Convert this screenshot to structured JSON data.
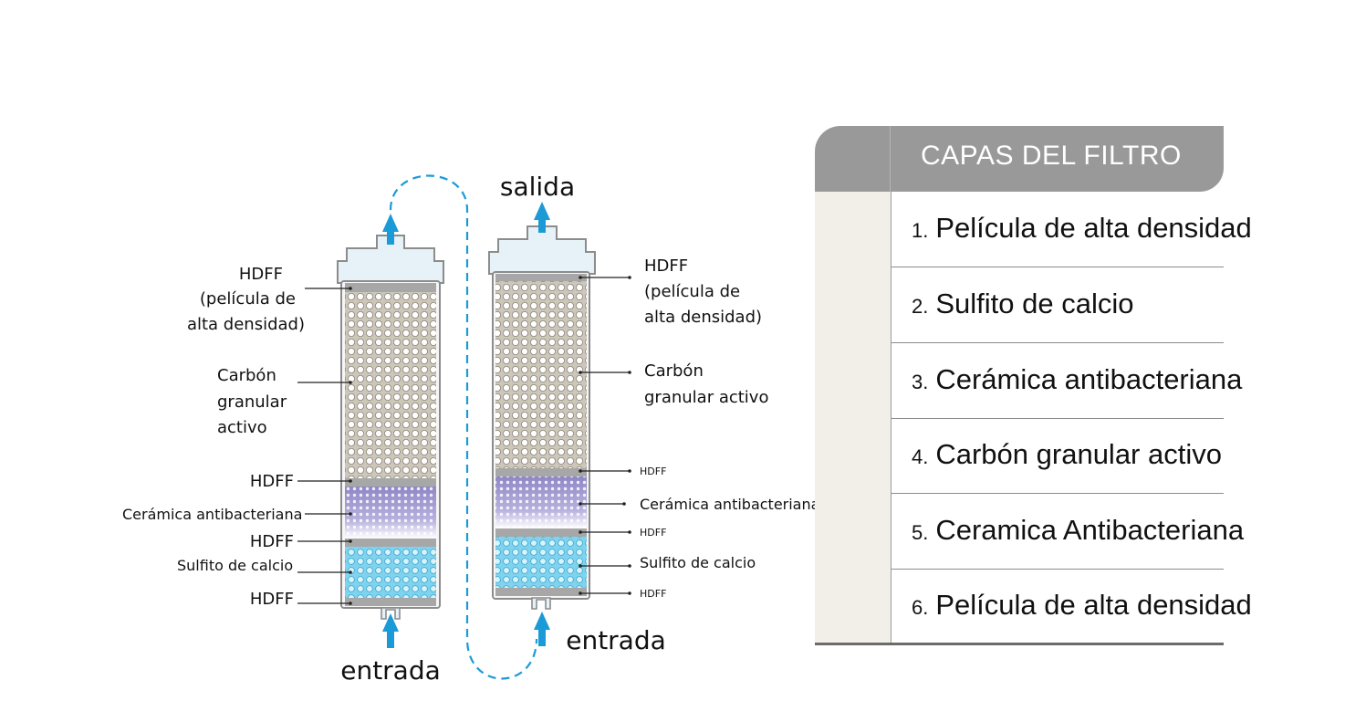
{
  "diagram": {
    "labels": {
      "salida": "salida",
      "entrada_left": "entrada",
      "entrada_right": "entrada",
      "left": {
        "hdff_top_1": "HDFF",
        "hdff_top_2": "(película de",
        "hdff_top_3": "alta densidad)",
        "carbon_1": "Carbón",
        "carbon_2": "granular",
        "carbon_3": "activo",
        "hdff_2": "HDFF",
        "ceramica": "Cerámica antibacteriana",
        "hdff_3": "HDFF",
        "sulfito": "Sulfito de calcio",
        "hdff_4": "HDFF"
      },
      "right": {
        "hdff_top_1": "HDFF",
        "hdff_top_2": "(película de",
        "hdff_top_3": "alta densidad)",
        "carbon_1": "Carbón",
        "carbon_2": "granular activo",
        "hdff_2": "HDFF",
        "ceramica": "Cerámica antibacteriana",
        "hdff_3": "HDFF",
        "sulfito": "Sulfito de calcio",
        "hdff_4": "HDFF"
      }
    },
    "colors": {
      "arrow": "#1a9ad7",
      "carbon": "#cdc7bb",
      "ceramic": "#9a93cc",
      "sulfite": "#7fd3ee",
      "hdff": "#a7a7a7",
      "cap": "#e6f1f8",
      "housing": "#8c8c8c"
    }
  },
  "legend": {
    "title": "CAPAS DEL FILTRO",
    "items": [
      {
        "num": "1.",
        "text": "Película de alta densidad"
      },
      {
        "num": "2.",
        "text": "Sulfito de calcio"
      },
      {
        "num": "3.",
        "text": "Cerámica antibacteriana"
      },
      {
        "num": "4.",
        "text": "Carbón granular activo"
      },
      {
        "num": "5.",
        "text": "Ceramica Antibacteriana"
      },
      {
        "num": "6.",
        "text": "Película de alta densidad"
      }
    ]
  }
}
